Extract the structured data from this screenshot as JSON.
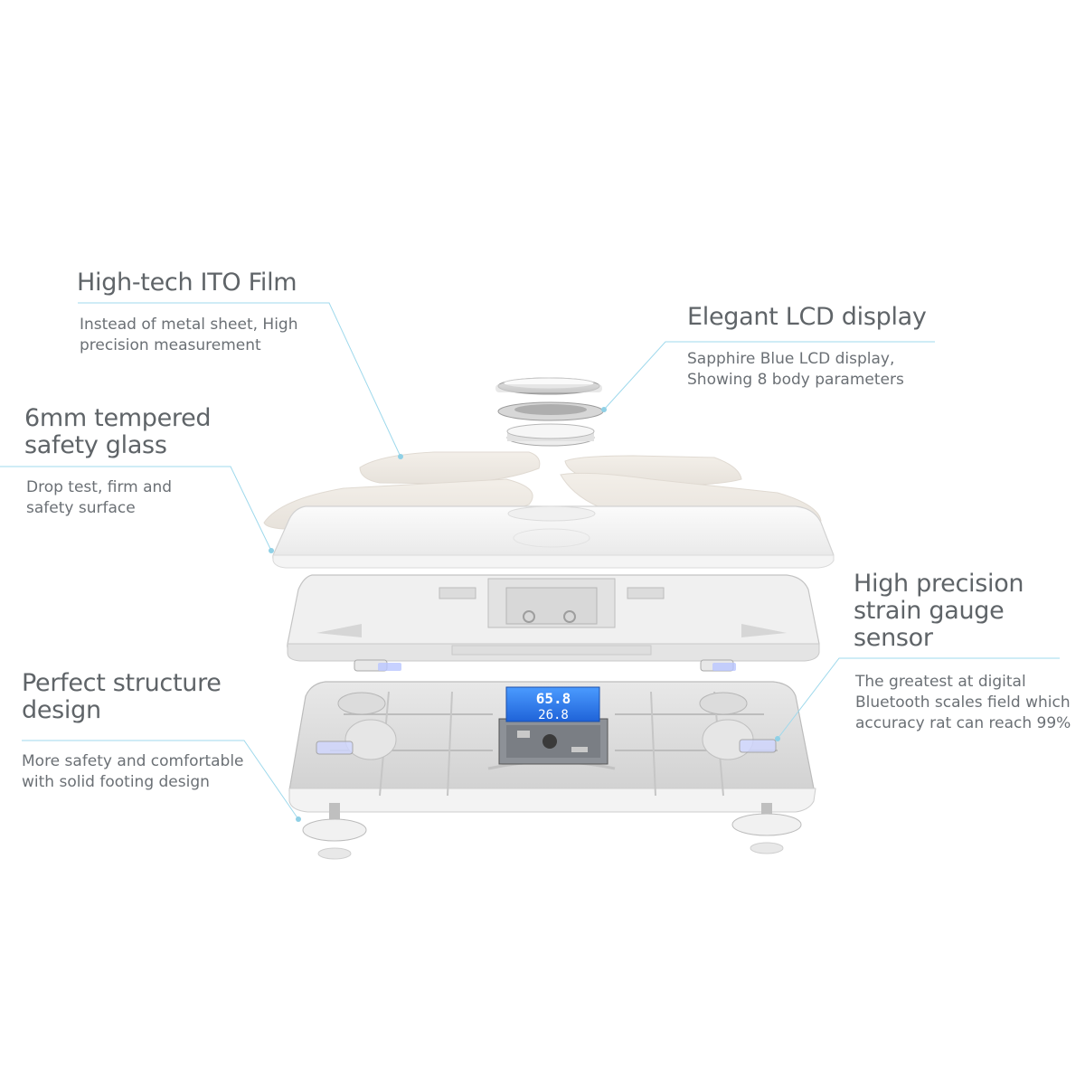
{
  "features": {
    "ito": {
      "title": "High-tech ITO Film",
      "description": "Instead of metal sheet, High\nprecision measurement"
    },
    "lcd": {
      "title": "Elegant LCD display",
      "description": "Sapphire Blue LCD display,\nShowing 8 body parameters"
    },
    "glass": {
      "title": "6mm tempered\nsafety glass",
      "description": "Drop test, firm and\nsafety surface"
    },
    "structure": {
      "title": "Perfect structure\ndesign",
      "description": "More safety and comfortable\nwith solid footing design"
    },
    "strain": {
      "title": "High precision\nstrain gauge\nsensor",
      "description": "The greatest at digital\nBluetooth scales field which\naccuracy rat can reach 99%"
    }
  },
  "lcd_screen": {
    "line1": "65.8",
    "line2": "26.8"
  },
  "colors": {
    "accent_line": "#9fd9ec",
    "lcd_blue": "#2f7df0",
    "text_title": "#5f6468",
    "text_body": "#6b7075"
  }
}
